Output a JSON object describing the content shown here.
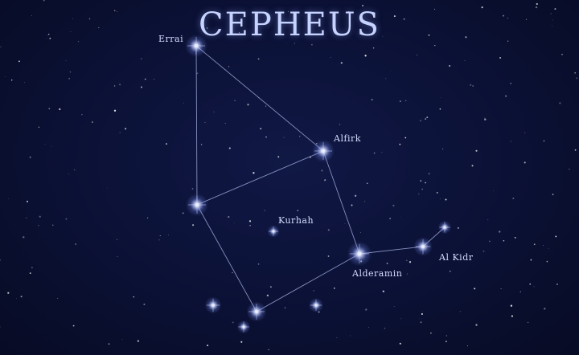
{
  "title": "CEPHEUS",
  "colors": {
    "sky": "#0b1135",
    "line": "#9aa6d6",
    "star": "#e8eeff",
    "glow": "#7f96ff",
    "label": "#d6dcff"
  },
  "stars": [
    {
      "id": "errai",
      "label": "Errai"
    },
    {
      "id": "alfirk",
      "label": "Alfirk"
    },
    {
      "id": "kurhah",
      "label": "Kurhah"
    },
    {
      "id": "alderamin",
      "label": "Alderamin"
    },
    {
      "id": "al-kidr",
      "label": "Al Kidr"
    }
  ]
}
